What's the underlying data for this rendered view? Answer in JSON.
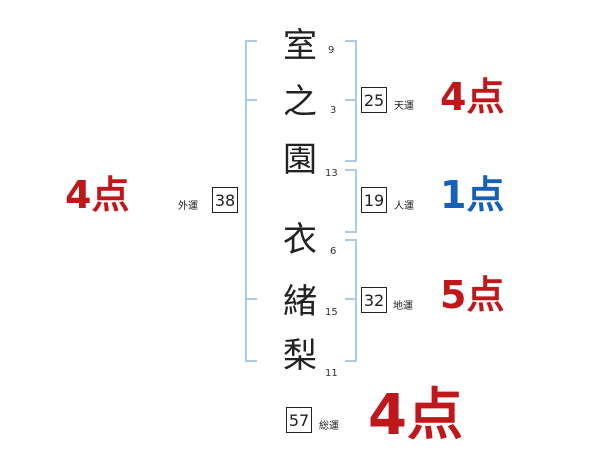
{
  "chars": [
    {
      "c": "室",
      "s": "9"
    },
    {
      "c": "之",
      "s": "3"
    },
    {
      "c": "園",
      "s": "13"
    },
    {
      "c": "衣",
      "s": "6"
    },
    {
      "c": "緒",
      "s": "15"
    },
    {
      "c": "梨",
      "s": "11"
    }
  ],
  "ten": {
    "value": "25",
    "label": "天運",
    "points": "4点"
  },
  "jin": {
    "value": "19",
    "label": "人運",
    "points": "1点"
  },
  "chi": {
    "value": "32",
    "label": "地運",
    "points": "5点"
  },
  "gai": {
    "value": "38",
    "label": "外運",
    "points": "4点"
  },
  "sou": {
    "value": "57",
    "label": "総運",
    "points": "4点"
  },
  "colors": {
    "good": "#c0171b",
    "bad": "#1760b8",
    "bracket": "#a9cde8"
  }
}
